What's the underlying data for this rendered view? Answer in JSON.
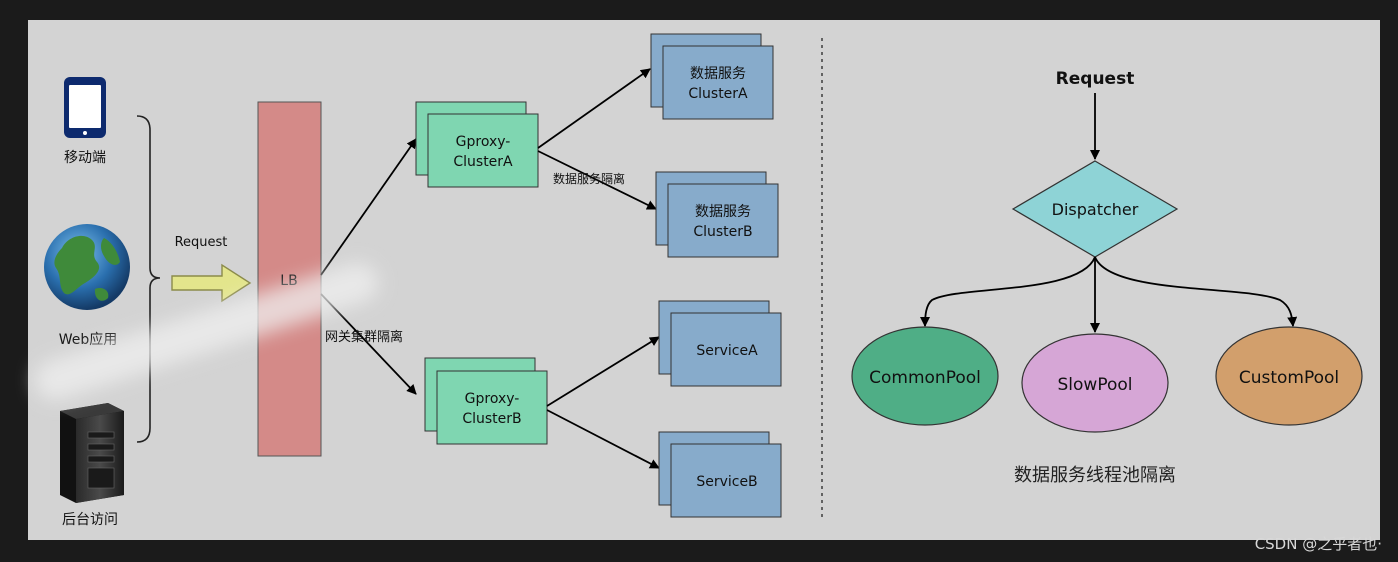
{
  "clients": {
    "mobile": "移动端",
    "web": "Web应用",
    "backend": "后台访问"
  },
  "request_arrow_label": "Request",
  "lb_label": "LB",
  "gateway_isolation_label": "网关集群隔离",
  "data_service_isolation_label": "数据服务隔离",
  "gproxy_a": {
    "line1": "Gproxy-",
    "line2": "ClusterA"
  },
  "gproxy_b": {
    "line1": "Gproxy-",
    "line2": "ClusterB"
  },
  "data_cluster_a": {
    "line1": "数据服务",
    "line2": "ClusterA"
  },
  "data_cluster_b": {
    "line1": "数据服务",
    "line2": "ClusterB"
  },
  "service_a": "ServiceA",
  "service_b": "ServiceB",
  "right_panel": {
    "request_label": "Request",
    "dispatcher_label": "Dispatcher",
    "pools": [
      "CommonPool",
      "SlowPool",
      "CustomPool"
    ],
    "caption": "数据服务线程池隔离"
  },
  "watermark": "CSDN @之乎者也·",
  "colors": {
    "panel_bg": "#d3d3d3",
    "lb_fill": "#d48a88",
    "gproxy_fill": "#7fd6b1",
    "service_fill": "#87abcb",
    "dispatcher_fill": "#8ed3d6",
    "common_pool_fill": "#4fae86",
    "slow_pool_fill": "#d6a6d6",
    "custom_pool_fill": "#d29f6c",
    "request_arrow_fill": "#e3e58c"
  }
}
